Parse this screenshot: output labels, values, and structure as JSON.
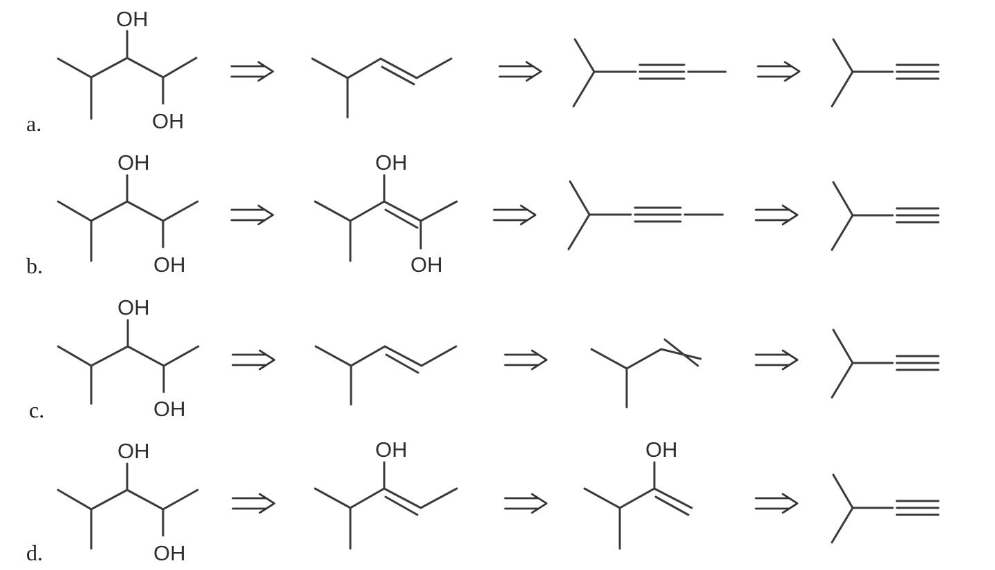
{
  "figure": {
    "rows": [
      {
        "label": "a.",
        "steps": [
          {
            "name": "4-methylpentane-2,3-diol",
            "groups": [
              "OH",
              "OH"
            ]
          },
          {
            "name": "4-methylpent-2-ene",
            "groups": []
          },
          {
            "name": "4-methylpent-2-yne",
            "groups": []
          },
          {
            "name": "3-methylbut-1-yne",
            "groups": []
          }
        ]
      },
      {
        "label": "b.",
        "steps": [
          {
            "name": "4-methylpentane-2,3-diol",
            "groups": [
              "OH",
              "OH"
            ]
          },
          {
            "name": "4-methylpent-2-ene-2,3-diol",
            "groups": [
              "OH",
              "OH"
            ]
          },
          {
            "name": "4-methylpent-2-yne",
            "groups": []
          },
          {
            "name": "3-methylbut-1-yne",
            "groups": []
          }
        ]
      },
      {
        "label": "c.",
        "steps": [
          {
            "name": "4-methylpentane-2,3-diol",
            "groups": [
              "OH",
              "OH"
            ]
          },
          {
            "name": "4-methylpent-2-ene",
            "groups": []
          },
          {
            "name": "3-methylbut-1-ene",
            "groups": []
          },
          {
            "name": "3-methylbut-1-yne",
            "groups": []
          }
        ]
      },
      {
        "label": "d.",
        "steps": [
          {
            "name": "4-methylpentane-2,3-diol",
            "groups": [
              "OH",
              "OH"
            ]
          },
          {
            "name": "4-methylpent-2-en-3-ol",
            "groups": [
              "OH"
            ]
          },
          {
            "name": "3-methylbut-1-en-2-ol",
            "groups": [
              "OH"
            ]
          },
          {
            "name": "3-methylbut-1-yne",
            "groups": []
          }
        ]
      }
    ],
    "arrow_symbol": "⟹"
  },
  "colors": {
    "bond": "#3a3a3a",
    "text": "#2e2e2e",
    "background": "#ffffff"
  }
}
